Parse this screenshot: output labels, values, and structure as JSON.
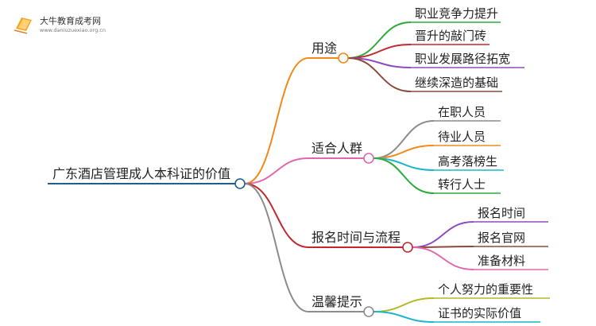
{
  "watermark": {
    "title": "大牛教育成考网",
    "url": "www.daniuzuexiao.org.cn"
  },
  "mindmap": {
    "root": {
      "label": "广东酒店管理成人本科证的价值",
      "color": "#1f5f8b"
    },
    "branches": [
      {
        "key": "uses",
        "label": "用途",
        "color": "#f28a1a",
        "children": [
          {
            "label": "职业竞争力提升",
            "color": "#2eaa3a"
          },
          {
            "label": "晋升的敲门砖",
            "color": "#c0282d"
          },
          {
            "label": "职业发展路径拓宽",
            "color": "#8e4bc0"
          },
          {
            "label": "继续深造的基础",
            "color": "#8b4a3c"
          }
        ]
      },
      {
        "key": "audience",
        "label": "适合人群",
        "color": "#e066b0",
        "children": [
          {
            "label": "在职人员",
            "color": "#8c8c8c"
          },
          {
            "label": "待业人员",
            "color": "#f28a1a"
          },
          {
            "label": "高考落榜生",
            "color": "#1bb6c9"
          },
          {
            "label": "转行人士",
            "color": "#2eaa3a"
          }
        ]
      },
      {
        "key": "schedule",
        "label": "报名时间与流程",
        "color": "#c0282d",
        "children": [
          {
            "label": "报名时间",
            "color": "#8e4bc0"
          },
          {
            "label": "报名官网",
            "color": "#8b4a3c"
          },
          {
            "label": "准备材料",
            "color": "#e066b0"
          }
        ]
      },
      {
        "key": "tips",
        "label": "温馨提示",
        "color": "#8c8c8c",
        "children": [
          {
            "label": "个人努力的重要性",
            "color": "#b5b826"
          },
          {
            "label": "证书的实际价值",
            "color": "#1bb6c9"
          }
        ]
      }
    ]
  }
}
